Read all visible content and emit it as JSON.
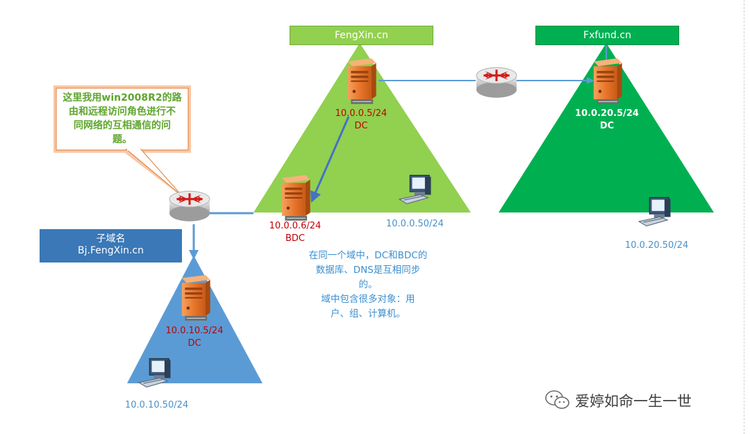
{
  "domains": {
    "fengxin": {
      "label": "FengXin.cn",
      "color": "#92d050",
      "dc_ip": "10.0.0.5/24",
      "dc_role": "DC",
      "bdc_ip": "10.0.0.6/24",
      "bdc_role": "BDC",
      "client_ip": "10.0.0.50/24"
    },
    "fxfund": {
      "label": "Fxfund.cn",
      "color": "#00b050",
      "dc_ip": "10.0.20.5/24",
      "dc_role": "DC",
      "client_ip": "10.0.20.50/24"
    },
    "bj": {
      "title": "子域名",
      "label": "Bj.FengXin.cn",
      "color": "#5b9bd5",
      "dc_ip": "10.0.10.5/24",
      "dc_role": "DC",
      "client_ip": "10.0.10.50/24"
    }
  },
  "callout": {
    "line1": "这里我用win2008R2的路",
    "line2": "由和远程访问角色进行不",
    "line3": "同网络的互相通信的问",
    "line4": "题。"
  },
  "note": {
    "line1": "在同一个域中，DC和BDC的",
    "line2": "数据库、DNS是互相同步",
    "line3": "的。",
    "line4": "域中包含很多对象：用",
    "line5": "户、组、计算机。"
  },
  "watermark": "爱婷如命一生一世",
  "icons": [
    "router-icon",
    "server-icon",
    "workstation-icon",
    "wechat-icon"
  ]
}
